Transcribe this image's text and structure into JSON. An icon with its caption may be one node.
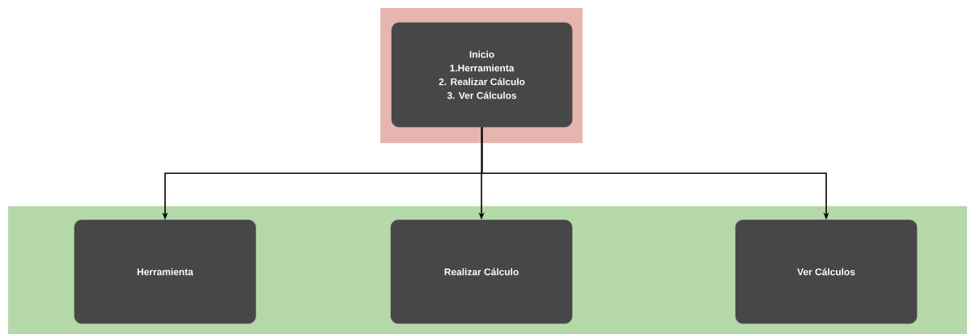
{
  "diagram": {
    "nodes": [
      {
        "text": [],
        "shape": "box"
      },
      {
        "text": [
          "Inicio",
          "1.Herramienta",
          "2. Realizar Cálculo",
          "3. Ver Cálculos"
        ],
        "in": 0
      },
      {
        "text": [],
        "shape": "box"
      },
      {
        "text": [
          "Herramienta"
        ],
        "in": 2
      },
      {
        "text": [
          "Realizar Cálculo"
        ],
        "in": 2
      },
      {
        "text": [
          "Ver Cálculos"
        ],
        "in": 2
      }
    ],
    "edges": [
      {
        "from": 1,
        "to": 3,
        "arrow": "to"
      },
      {
        "from": 1,
        "to": 4,
        "arrow": "to"
      },
      {
        "from": 1,
        "to": 5,
        "arrow": "to"
      }
    ]
  }
}
